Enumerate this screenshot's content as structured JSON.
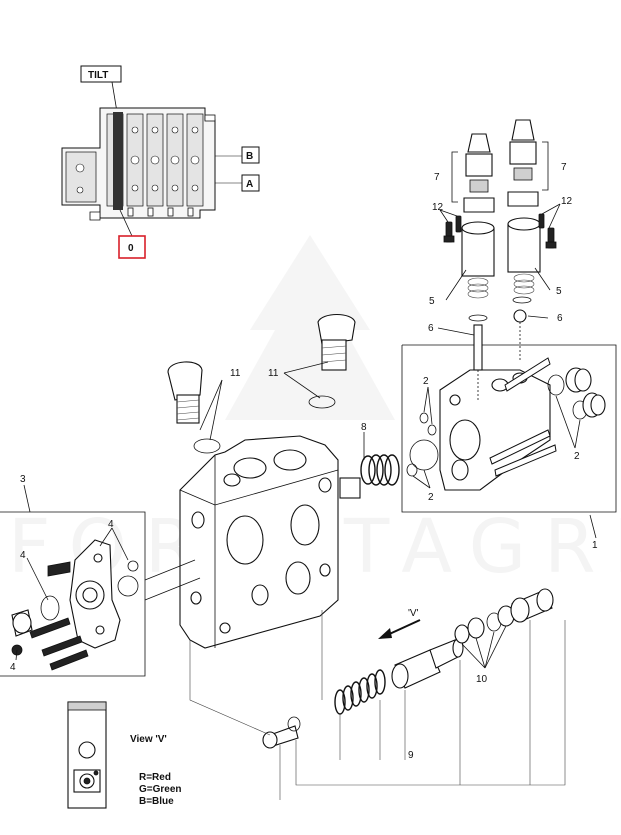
{
  "watermark": {
    "text": "FORESTAGRI"
  },
  "overview": {
    "tilt_label": "TILT",
    "port_b": "B",
    "port_a": "A",
    "section_callout": "0",
    "callout_color": "#d9202a"
  },
  "callouts": {
    "c1": "1",
    "c2a": "2",
    "c2b": "2",
    "c2c": "2",
    "c3": "3",
    "c4a": "4",
    "c4b": "4",
    "c4c": "4",
    "c5a": "5",
    "c5b": "5",
    "c6a": "6",
    "c6b": "6",
    "c7a": "7",
    "c7b": "7",
    "c8": "8",
    "c9": "9",
    "c10": "10",
    "c11a": "11",
    "c11b": "11",
    "c12a": "12",
    "c12b": "12"
  },
  "view_arrow_label": "'V'",
  "view_detail": {
    "title": "View 'V'",
    "legend": [
      "R=Red",
      "G=Green",
      "B=Blue"
    ]
  }
}
